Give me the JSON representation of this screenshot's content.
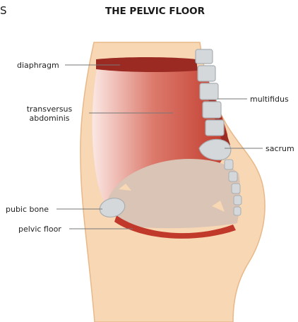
{
  "header": {
    "title": "THE PELVIC FLOOR",
    "left_fragment": "S"
  },
  "labels": {
    "diaphragm": "diaphragm",
    "transversus_line1": "transversus",
    "transversus_line2": "abdominis",
    "multifidus": "multifidus",
    "sacrum": "sacrum",
    "pubic_bone": "pubic bone",
    "pelvic_floor": "pelvic floor"
  },
  "colors": {
    "skin": "#f7d7b4",
    "skin_outline": "#e8b888",
    "muscle": "#c0392b",
    "muscle_dark": "#9b2b22",
    "cavity": "#d9c4b5",
    "bone": "#d5d8db",
    "bone_outline": "#a9aeb2",
    "leader": "#777777"
  }
}
